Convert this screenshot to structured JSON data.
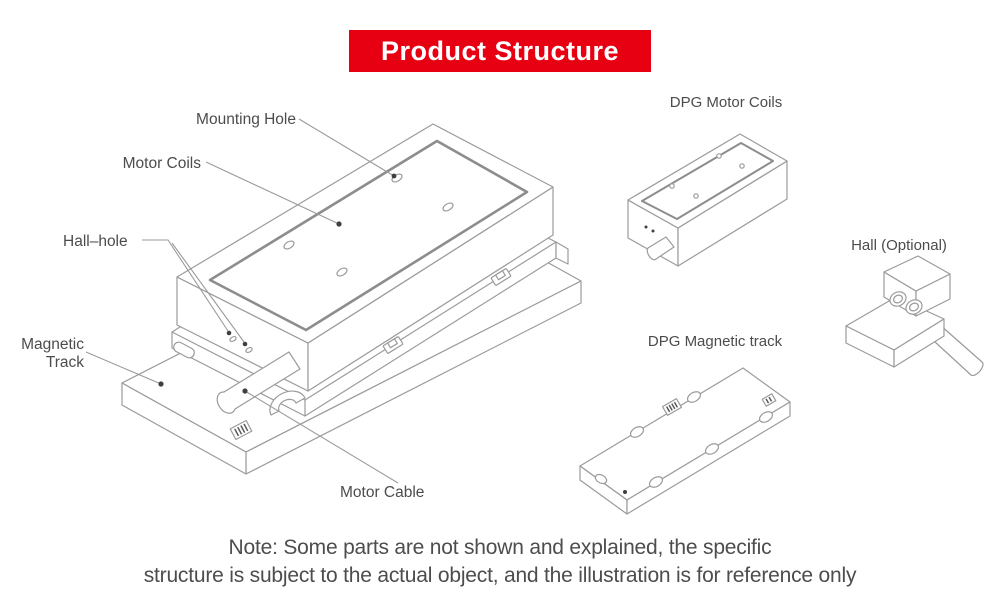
{
  "banner": {
    "title": "Product Structure"
  },
  "colors": {
    "accent_red": "#e60012",
    "line_gray": "#9b9b9b",
    "label_gray": "#4c4c4c",
    "banner_text": "#ffffff"
  },
  "main_diagram": {
    "labels": {
      "mounting_hole": "Mounting Hole",
      "motor_coils": "Motor Coils",
      "hall_hole": "Hall–hole",
      "magnetic_track_line1": "Magnetic",
      "magnetic_track_line2": "Track",
      "motor_cable": "Motor Cable"
    }
  },
  "side_parts": {
    "dpg_motor_coils": "DPG Motor Coils",
    "hall_optional": "Hall (Optional)",
    "dpg_magnetic_track": "DPG Magnetic track"
  },
  "note": {
    "line1": "Note: Some parts are not shown and explained, the specific",
    "line2": "structure is subject to the actual object, and the illustration is for reference only"
  }
}
